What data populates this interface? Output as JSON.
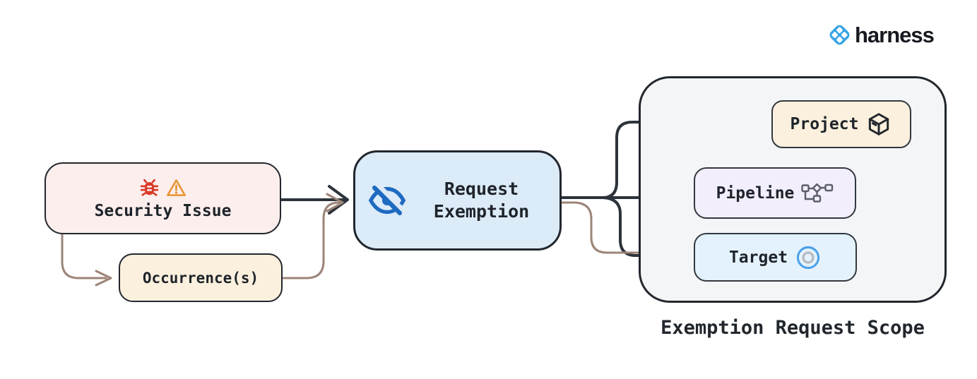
{
  "brand": {
    "name": "harness"
  },
  "diagram": {
    "security_issue": {
      "label": "Security Issue"
    },
    "occurrences": {
      "label": "Occurrence(s)"
    },
    "request_exemption": {
      "label": "Request Exemption"
    },
    "scope": {
      "title": "Exemption Request Scope",
      "items": [
        {
          "label": "Project",
          "icon": "package-cube-icon"
        },
        {
          "label": "Pipeline",
          "icon": "pipeline-nodes-icon"
        },
        {
          "label": "Target",
          "icon": "target-circles-icon"
        }
      ]
    }
  },
  "icons": {
    "security": [
      "bug-icon",
      "warning-triangle-icon"
    ],
    "request_exemption": "eye-slash-icon",
    "logo": "harness-diamond-icon"
  },
  "colors": {
    "arrow-dark": "#2d333b",
    "arrow-brown": "#9c8478",
    "border-dark": "#22272e",
    "security-bg": "#fceeec",
    "cream-bg": "#fbf0dd",
    "exemption-bg": "#dcebf8",
    "pipeline-bg": "#f2eefb",
    "target-bg": "#e3f2fc",
    "scope-bg": "#f4f5f7",
    "icon-red": "#d93b2b",
    "icon-orange": "#e8973a",
    "icon-blue": "#1e6ac1",
    "brand-blue": "#35a3e4"
  }
}
